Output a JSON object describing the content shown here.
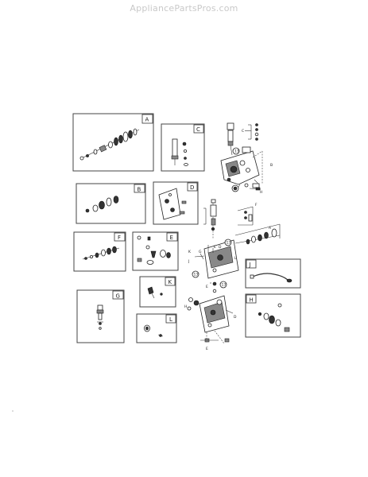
{
  "watermark": "AppliancePartsPros.com",
  "panels": {
    "a": "A",
    "b": "B",
    "c": "C",
    "d": "D",
    "e": "E",
    "f": "F",
    "g": "G",
    "h": "H",
    "j": "J",
    "k": "K",
    "l": "L"
  },
  "callouts": {
    "c1": "C",
    "b1": "B",
    "h1": "H",
    "n1": "13",
    "f1": "F",
    "a1": "A",
    "g1": "G",
    "j1": "J",
    "e1": "E",
    "d1": "D",
    "k1": "K",
    "l1": "L"
  }
}
